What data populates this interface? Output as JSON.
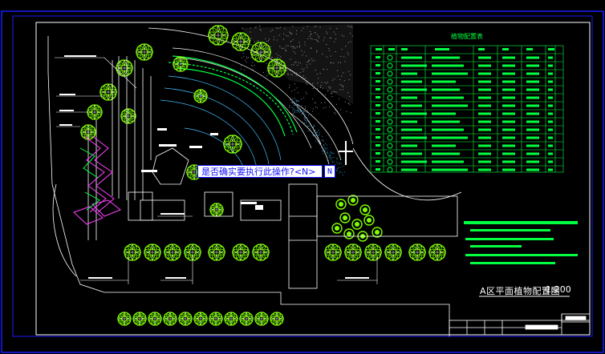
{
  "drawing": {
    "plan_title": "A区平面植物配置图",
    "scale": "1:200",
    "legend_title": "植物配置表"
  },
  "command_prompt": {
    "text": "是否确实要执行此操作?<N>",
    "key_hint": "N"
  },
  "colors": {
    "frame": "#1a1aff",
    "linework": "#ffffff",
    "planting": "#00ff40",
    "tree": "#7fff00",
    "water": "#40c0ff",
    "magenta": "#ff40ff"
  }
}
